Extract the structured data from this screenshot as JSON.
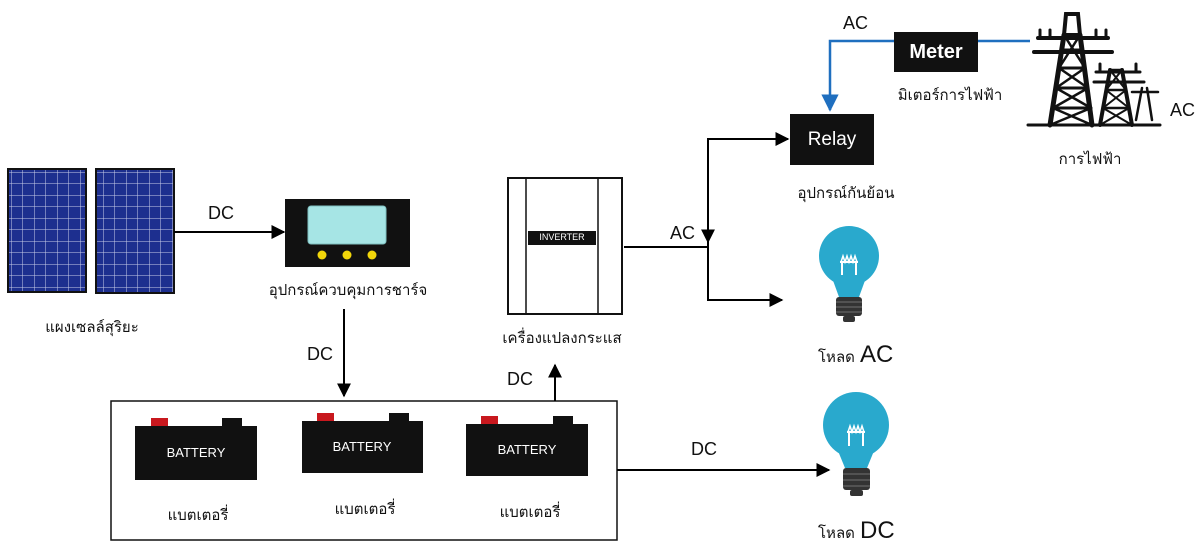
{
  "labels": {
    "solar_panel": "แผงเซลล์สุริยะ",
    "charge_controller": "อุปกรณ์ควบคุมการชาร์จ",
    "inverter": "เครื่องแปลงกระแส",
    "inverter_plate": "INVERTER",
    "relay": "Relay",
    "relay_caption": "อุปกรณ์กันย้อน",
    "meter": "Meter",
    "meter_caption": "มิเตอร์การไฟฟ้า",
    "grid_caption": "การไฟฟ้า",
    "battery_plate": "BATTERY",
    "battery_caption": "แบตเตอรี่",
    "load_ac_prefix": "โหลด",
    "load_ac_suffix": "AC",
    "load_dc_prefix": "โหลด",
    "load_dc_suffix": "DC"
  },
  "flows": {
    "panel_to_controller": "DC",
    "controller_to_battery": "DC",
    "battery_to_inverter": "DC",
    "inverter_to_ac": "AC",
    "grid_to_meter": "AC",
    "grid_side": "AC",
    "battery_to_dc_load": "DC"
  },
  "colors": {
    "grid_line": "#1f6fbf",
    "panel_cell": "#1d2f8f",
    "screen": "#a6e5e5",
    "button": "#f2d60a",
    "terminal_red": "#c8181e",
    "bulb": "#29a9cd"
  }
}
